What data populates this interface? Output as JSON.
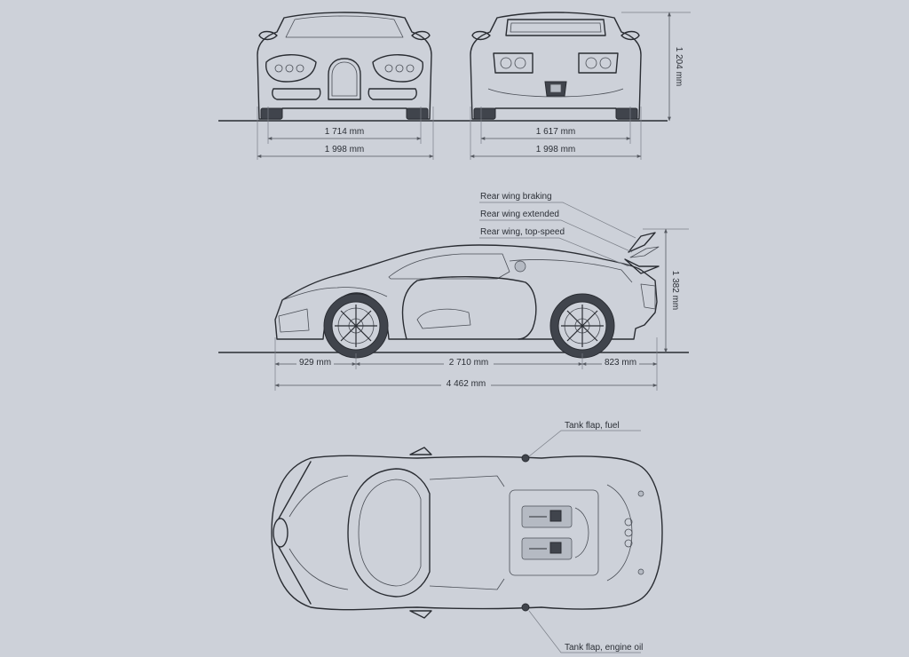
{
  "colors": {
    "background": "#cdd1d9",
    "line": "#2a2d33",
    "dimension": "#565a62"
  },
  "dimensions": {
    "front_track": "1 714 mm",
    "front_width": "1 998 mm",
    "rear_track": "1 617 mm",
    "rear_width": "1 998 mm",
    "height": "1 204 mm",
    "side_height": "1 382 mm",
    "front_overhang": "929 mm",
    "wheelbase": "2 710 mm",
    "rear_overhang": "823 mm",
    "length": "4 462 mm"
  },
  "callouts": {
    "rear_wing_braking": "Rear wing braking",
    "rear_wing_extended": "Rear wing extended",
    "rear_wing_top_speed": "Rear wing, top-speed",
    "tank_flap_fuel": "Tank flap, fuel",
    "tank_flap_engine_oil": "Tank flap, engine oil"
  }
}
